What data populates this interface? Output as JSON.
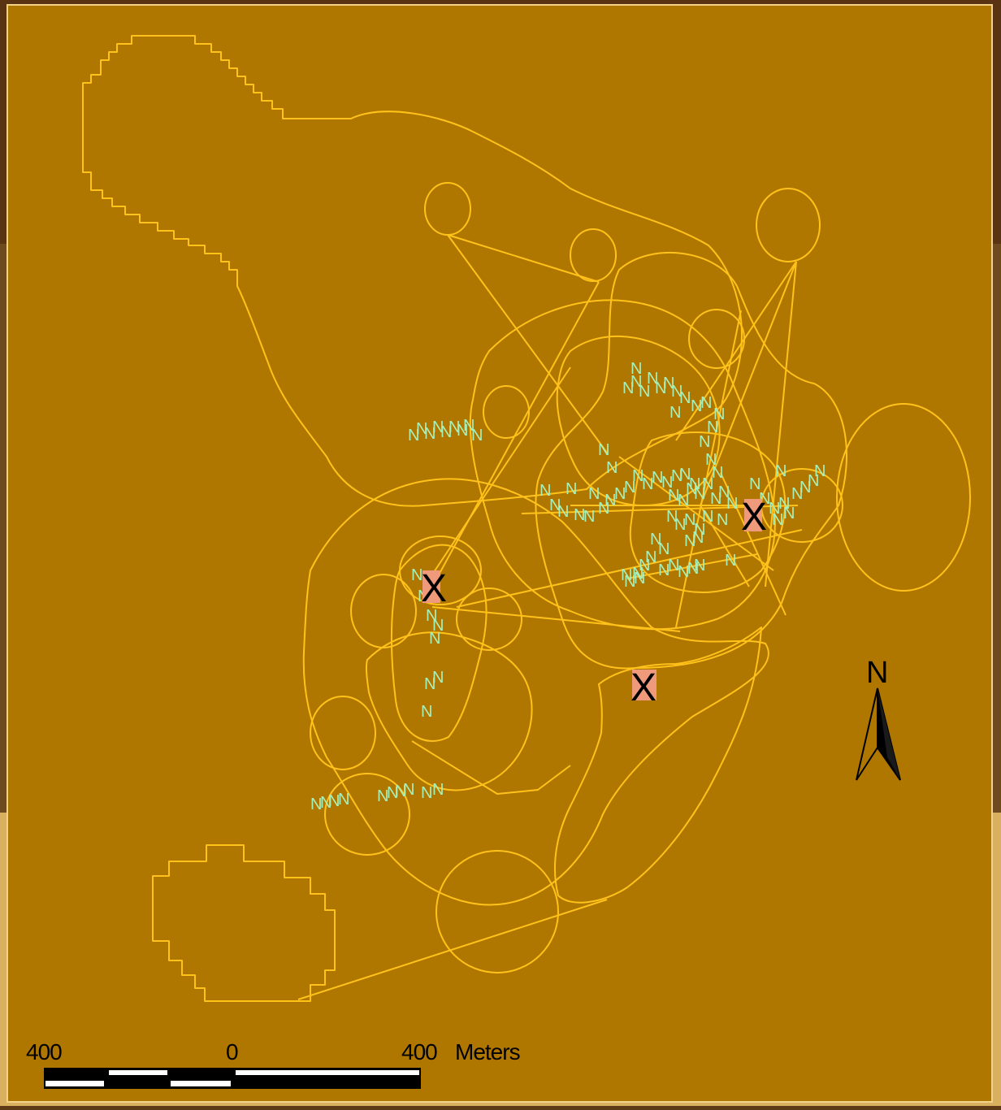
{
  "map": {
    "background_color": "#b07700",
    "home_range_color": "#ffc21a",
    "location_color": "#a8f0b8",
    "site_color": "#000000",
    "location_marker": "N",
    "site_marker": "X",
    "north_label": "N",
    "north_arrow_icon": "north-arrow-icon"
  },
  "scale_bar": {
    "left_label": "400",
    "center_label": "0",
    "right_label": "400",
    "unit_label": "Meters"
  }
}
